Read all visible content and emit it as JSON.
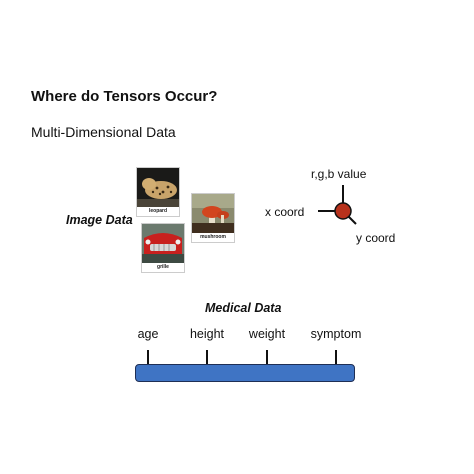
{
  "title": "Where do Tensors Occur?",
  "subtitle": "Multi-Dimensional Data",
  "image_data": {
    "label": "Image Data",
    "thumbnails": [
      {
        "caption": "leopard"
      },
      {
        "caption": "mushroom"
      },
      {
        "caption": "grille"
      }
    ]
  },
  "pixel_diagram": {
    "top_label": "r,g,b value",
    "left_label": "x coord",
    "bottom_label": "y coord",
    "node_color": "#b8321c"
  },
  "medical_data": {
    "label": "Medical Data",
    "fields": [
      "age",
      "height",
      "weight",
      "symptom"
    ],
    "bar_color": "#3f74c4"
  }
}
